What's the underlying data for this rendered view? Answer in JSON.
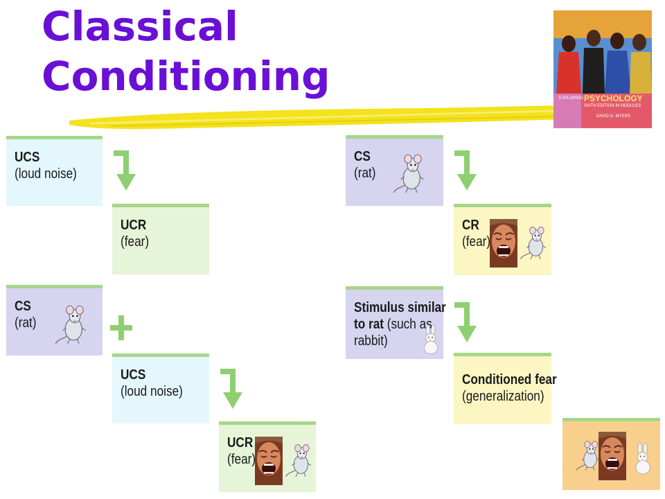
{
  "title": {
    "line1": "Classical",
    "line2": "Conditioning"
  },
  "book_cover": {
    "line1": "EXPLORING",
    "line2": "PSYCHOLOGY",
    "line3": "SIXTH EDITION IN MODULES",
    "line4": "DAVID G. MYERS"
  },
  "boxes": {
    "ucs_loud_noise_1": {
      "term": "UCS",
      "desc": "(loud noise)"
    },
    "ucr_fear_1": {
      "term": "UCR",
      "desc": "(fear)"
    },
    "cs_rat_1": {
      "term": "CS",
      "desc": "(rat)"
    },
    "ucs_loud_noise_2": {
      "term": "UCS",
      "desc": "(loud noise)"
    },
    "ucr_fear_2": {
      "term": "UCR",
      "desc": "(fear)"
    },
    "cs_rat_2": {
      "term": "CS",
      "desc": "(rat)"
    },
    "cr_fear": {
      "term": "CR",
      "desc": "(fear)"
    },
    "stimulus_similar": {
      "line1": "Stimulus similar",
      "line2_bold": "to rat",
      "line2_rest": " (such as",
      "line3": "rabbit)"
    },
    "conditioned_fear": {
      "term": "Conditioned fear",
      "desc": "(generalization)"
    }
  },
  "colors": {
    "title": "#6a0fd6",
    "box_top_border": "#a7d68a",
    "arrow": "#8fcf72",
    "ucs_box": "#e4f7fd",
    "cs_box": "#d6d4ef",
    "ucr_box": "#e6f4d8",
    "cr_box": "#fbf6c2",
    "summary_box": "#f9cf8e"
  },
  "icons": [
    "rat-icon",
    "crying-baby-icon",
    "rabbit-icon",
    "plus-icon",
    "bent-arrow-icon"
  ]
}
